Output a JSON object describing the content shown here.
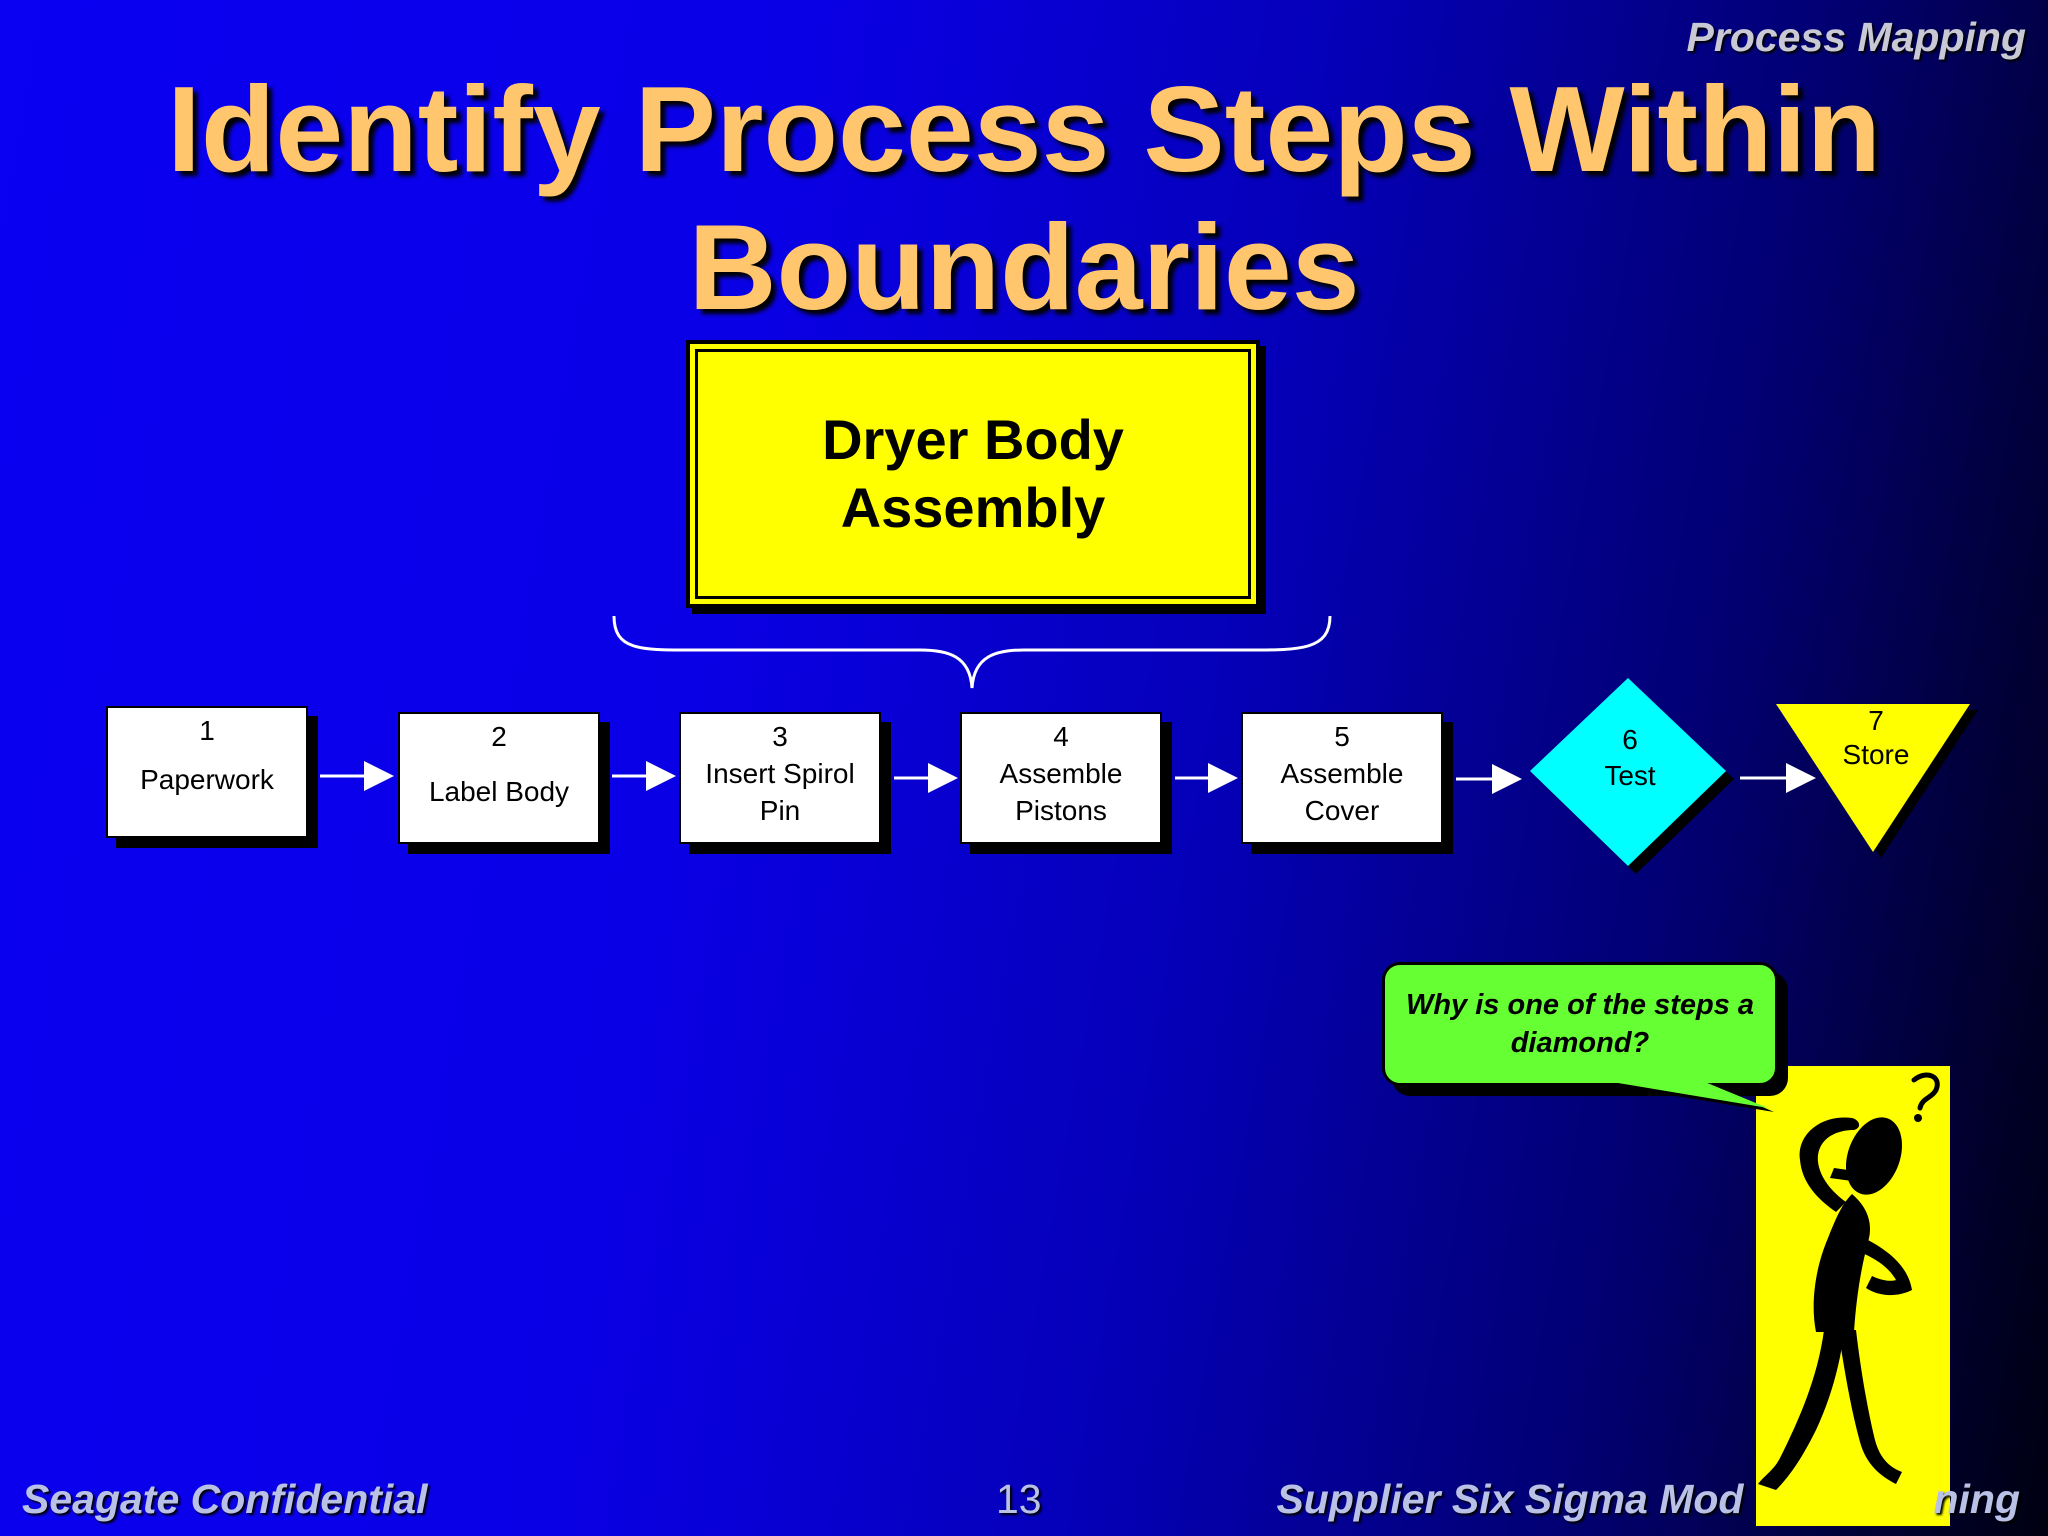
{
  "header": {
    "section_title": "Process Mapping"
  },
  "slide": {
    "title_line1": "Identify Process Steps Within",
    "title_line2": "Boundaries"
  },
  "boundary": {
    "label": "Dryer Body\nAssembly"
  },
  "steps": [
    {
      "number": "1",
      "label": "Paperwork"
    },
    {
      "number": "2",
      "label": "Label Body"
    },
    {
      "number": "3",
      "label": "Insert Spirol\nPin"
    },
    {
      "number": "4",
      "label": "Assemble\nPistons"
    },
    {
      "number": "5",
      "label": "Assemble\nCover"
    },
    {
      "number": "6",
      "label": "Test"
    },
    {
      "number": "7",
      "label": "Store"
    }
  ],
  "callout": {
    "text": "Why is one of the steps a diamond?"
  },
  "footer": {
    "left": "Seagate Confidential",
    "page_number": "13",
    "right": "Supplier Six Sigma Mod",
    "right_tail": "ning"
  },
  "colors": {
    "title": "#ffc66e",
    "boundary_fill": "#ffff00",
    "test_diamond": "#00ffff",
    "store_triangle": "#ffff00",
    "callout_fill": "#66ff33",
    "clipart_bg": "#ffff00"
  },
  "icons": {
    "figure": "confused-thinking-person-clipart"
  }
}
